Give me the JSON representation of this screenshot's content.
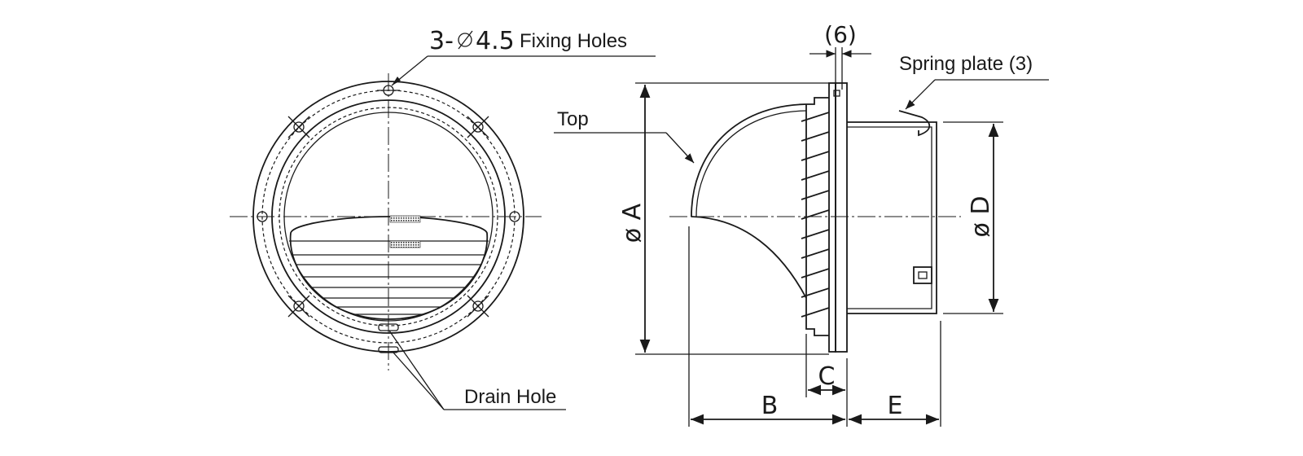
{
  "front_view": {
    "fixing_holes": {
      "prefix": "3-",
      "diameter": "4.5",
      "text": "Fixing Holes"
    },
    "drain_hole_label": "Drain Hole"
  },
  "side_view": {
    "top_label": "Top",
    "spring_plate_label": "Spring plate (3)",
    "dim_6": "(6)",
    "dim_a": "ø A",
    "dim_b": "B",
    "dim_c": "C",
    "dim_d": "ø D",
    "dim_e": "E"
  }
}
